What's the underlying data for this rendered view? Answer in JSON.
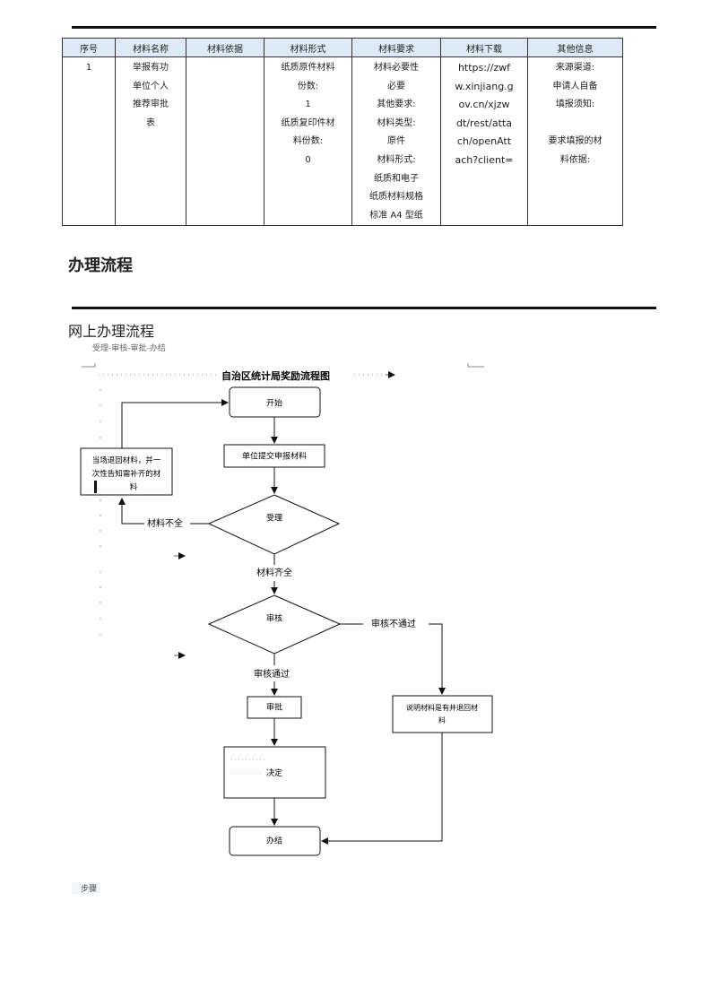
{
  "table": {
    "headers": [
      "序号",
      "材料名称",
      "材料依据",
      "材料形式",
      "材料要求",
      "材料下载",
      "其他信息"
    ],
    "row": {
      "index": "1",
      "name": [
        "举报有功",
        "单位个人",
        "推荐审批",
        "表"
      ],
      "basis": [],
      "form": [
        "纸质原件材料",
        "份数:",
        "1",
        "纸质复印件材",
        "料份数:",
        "0"
      ],
      "requirements": [
        "材料必要性",
        "必要",
        "其他要求:",
        "材料类型:",
        "原件",
        "材料形式:",
        "纸质和电子",
        "纸质材料规格",
        "标准 A4 型纸"
      ],
      "download": [
        "https://zwf",
        "w.xinjiang.g",
        "ov.cn/xjzw",
        "dt/rest/atta",
        "ch/openAtt",
        "ach?client="
      ],
      "other": [
        "来源渠道:",
        "申请人自备",
        "填报须知:",
        "",
        "要求填报的材",
        "料依据:"
      ]
    }
  },
  "section_title": "办理流程",
  "sub_title": "网上办理流程",
  "steps_line": "受理-审核-审批-办结",
  "flowchart": {
    "title": "自治区统计局奖励流程图",
    "nodes": {
      "start": "开始",
      "submit": "单位提交申报材料",
      "accept": "受理",
      "review": "审核",
      "approve": "审批",
      "decide": "决定",
      "finish": "办结",
      "return_line1": "当场退回材料，并一",
      "return_line2": "次性告知需补齐的材",
      "return_line3": "料",
      "explain_line1": "说明材料是有并退回材",
      "explain_line2": "料"
    },
    "labels": {
      "incomplete": "材料不全",
      "complete": "材料齐全",
      "fail": "审核不通过",
      "pass": "审核通过"
    }
  },
  "step_label": "步骤"
}
